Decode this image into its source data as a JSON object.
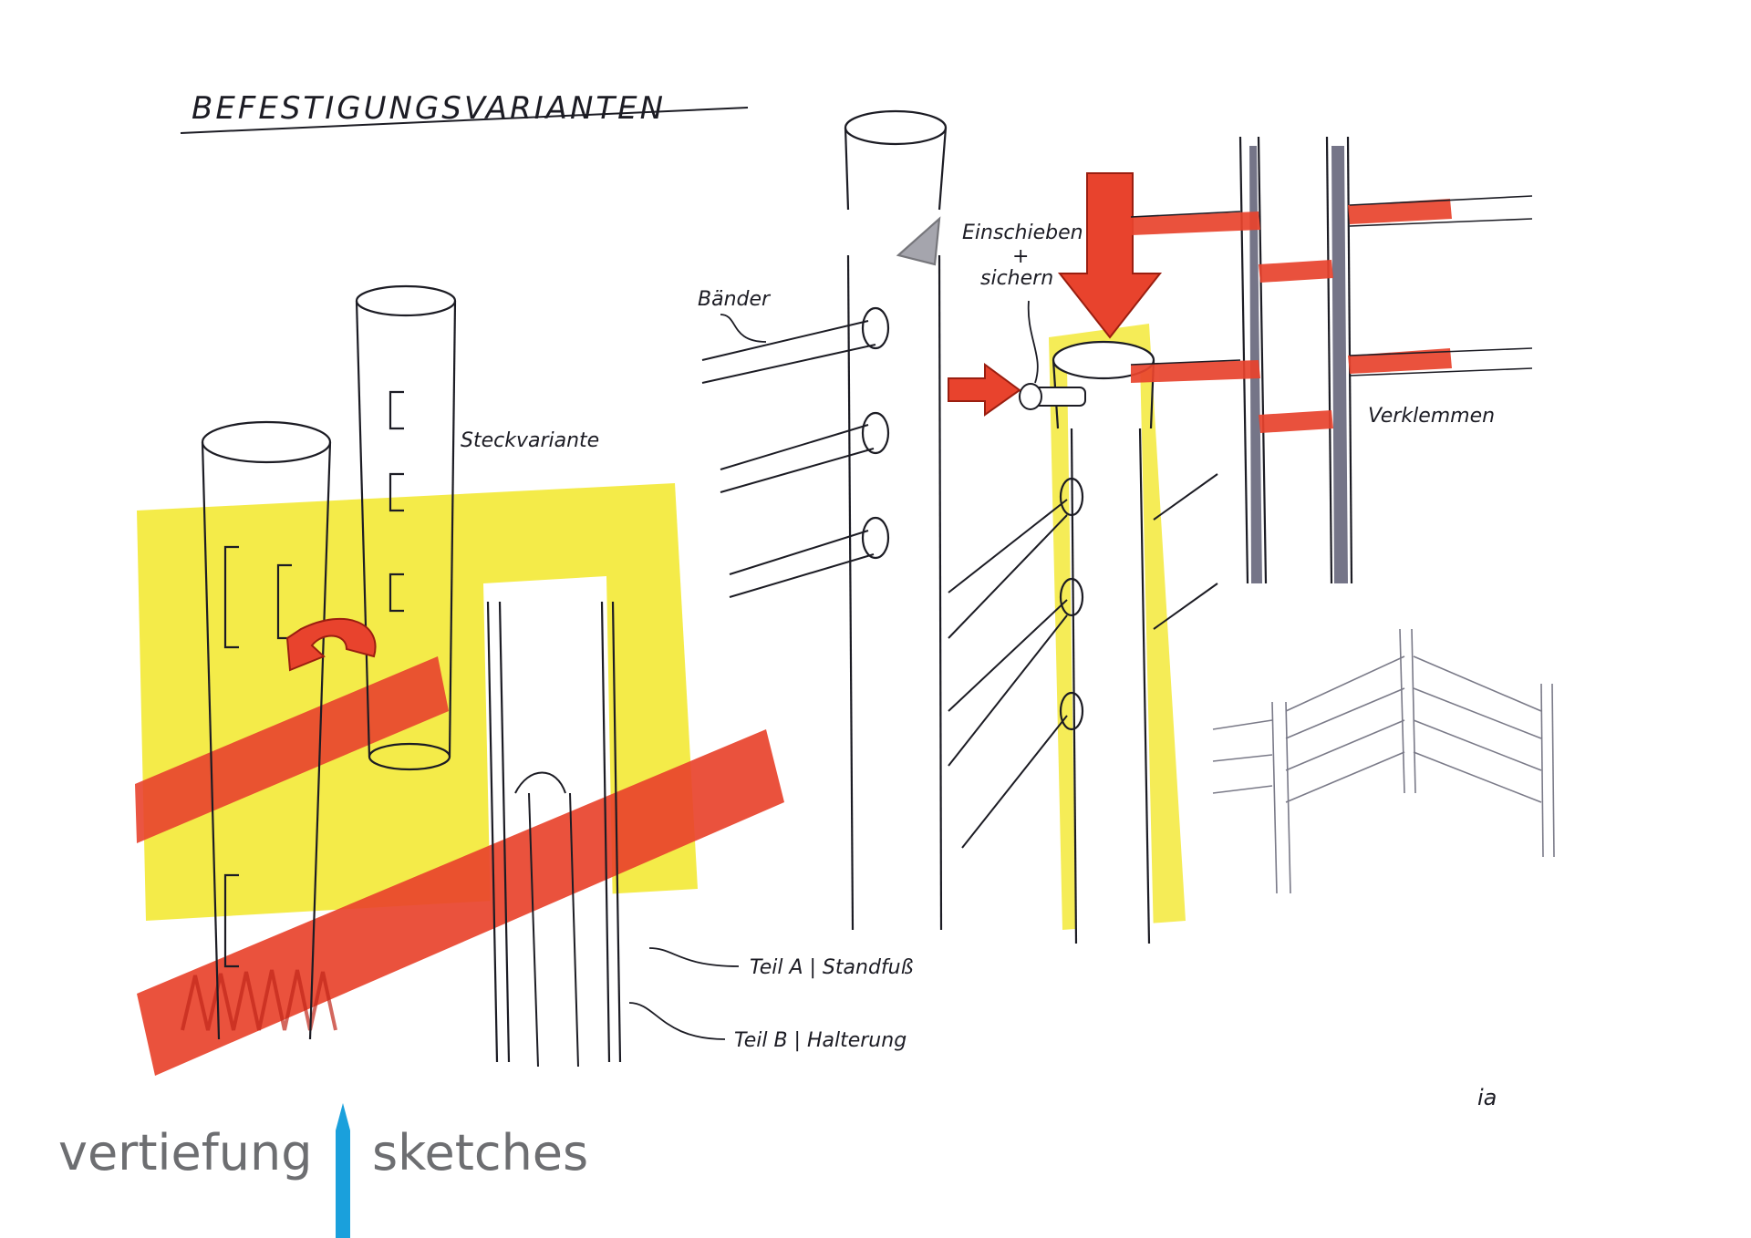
{
  "title": "BEFESTIGUNGSVARIANTEN",
  "labels": {
    "steckvariante": "Steckvariante",
    "baender": "Bänder",
    "einschieben_line1": "Einschieben",
    "einschieben_plus": "+",
    "einschieben_line2": "sichern",
    "verklemmen": "Verklemmen",
    "teil_a": "Teil A | Standfuß",
    "teil_b": "Teil B | Halterung"
  },
  "signature": "ia",
  "footer": {
    "left_word": "vertiefung",
    "right_word": "sketches"
  },
  "colors": {
    "yellow_marker": "#f3e93a",
    "red_marker": "#e8432d",
    "ink": "#1c1c24",
    "footer_text": "#6d6e71",
    "pencil_blue": "#1aa0dc"
  }
}
